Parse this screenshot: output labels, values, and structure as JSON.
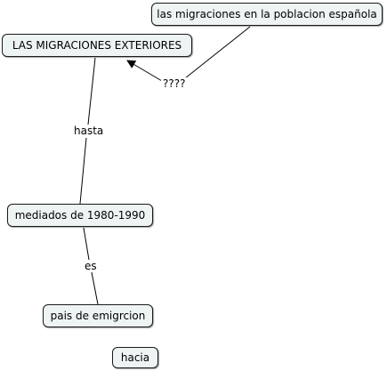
{
  "concept_map": {
    "nodes": {
      "top": "las migraciones en la poblacion española",
      "main": "LAS MIGRACIONES EXTERIORES",
      "mediados": "mediados de 1980-1990",
      "pais": "pais de emigrcion",
      "hacia": "hacia"
    },
    "links": {
      "q": "????",
      "hasta": "hasta",
      "es": "es"
    },
    "colors": {
      "node_fill": "#eef3f4",
      "node_border": "#1a1a1a",
      "line": "#000000"
    }
  }
}
